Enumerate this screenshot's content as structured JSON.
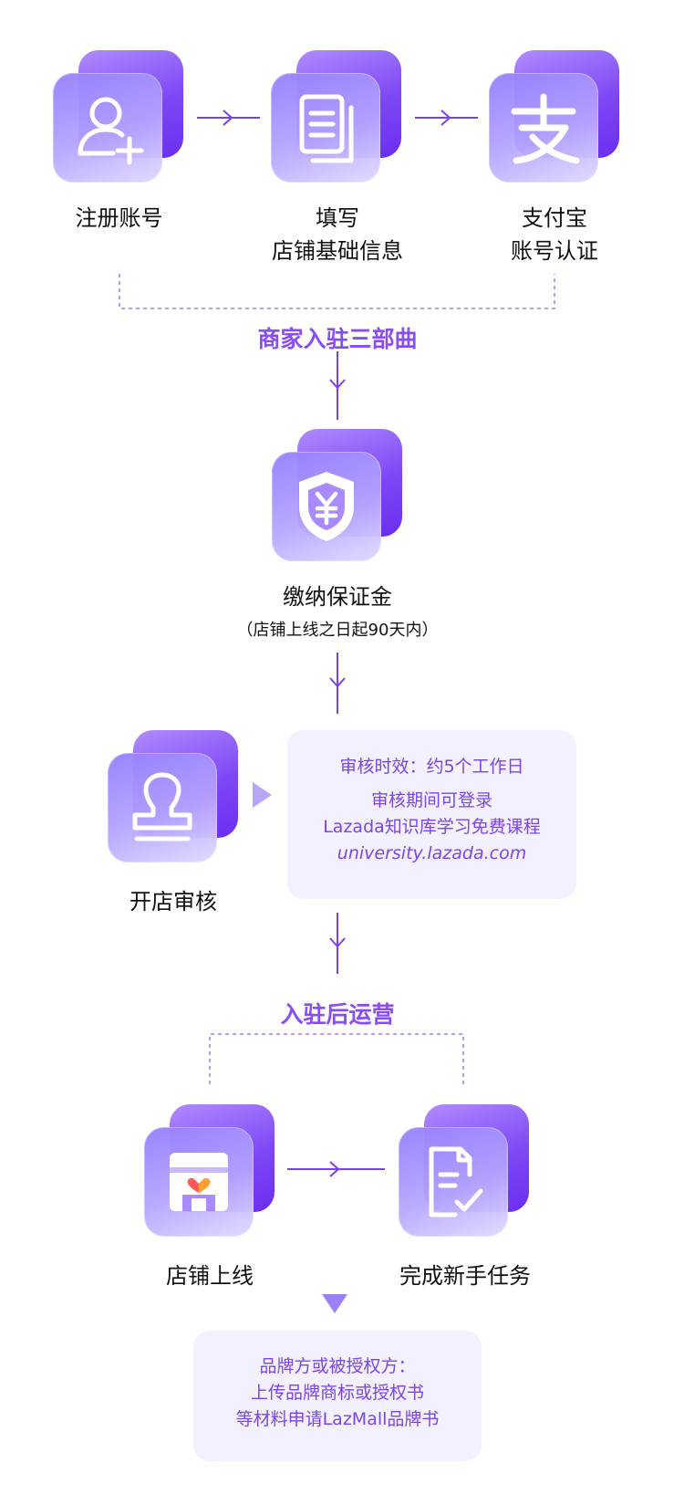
{
  "steps": {
    "register": {
      "label": "注册账号",
      "icon": "add-user-icon"
    },
    "fill_info": {
      "label_line1": "填写",
      "label_line2": "店铺基础信息",
      "icon": "document-icon"
    },
    "alipay": {
      "label_line1": "支付宝",
      "label_line2": "账号认证",
      "icon": "alipay-icon"
    },
    "deposit": {
      "label": "缴纳保证金",
      "sublabel": "（店铺上线之日起90天内）",
      "icon": "yuan-shield-icon"
    },
    "review": {
      "label": "开店审核",
      "icon": "stamp-icon"
    },
    "store_online": {
      "label": "店铺上线",
      "icon": "storefront-icon"
    },
    "new_tasks": {
      "label": "完成新手任务",
      "icon": "checklist-document-icon"
    }
  },
  "titles": {
    "three_steps": "商家入驻三部曲",
    "after_operation": "入驻后运营"
  },
  "review_note": {
    "line1": "审核时效：约5个工作日",
    "line2": "审核期间可登录",
    "line3": "Lazada知识库学习免费课程",
    "line4": "university.lazada.com"
  },
  "brand_note": {
    "line1": "品牌方或被授权方：",
    "line2": "上传品牌商标或授权书",
    "line3": "等材料申请LazMall品牌书"
  },
  "colors": {
    "accent": "#8a4cf6",
    "arrow": "#7b3ff2",
    "note_bg": "#f3f0ff",
    "note_text": "#7a45ea"
  }
}
